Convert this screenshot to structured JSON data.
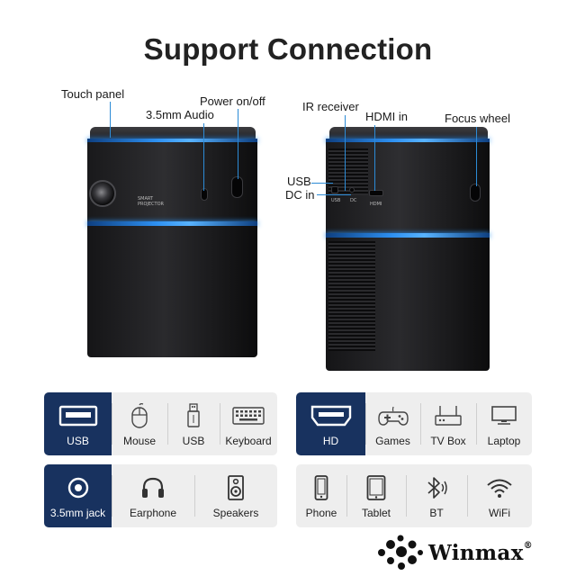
{
  "title": "Support Connection",
  "callouts": {
    "touch_panel": "Touch panel",
    "audio": "3.5mm Audio",
    "power": "Power on/off",
    "ir_receiver": "IR receiver",
    "hdmi_in": "HDMI in",
    "focus_wheel": "Focus wheel",
    "usb": "USB",
    "dc_in": "DC in"
  },
  "device_print": {
    "front_line1": "SMART",
    "front_line2": "PROJECTOR",
    "port_usb": "USB",
    "port_dc": "DC",
    "port_hdmi": "HDMI"
  },
  "panels": {
    "usb_group": [
      {
        "label": "USB",
        "icon": "usb-port-icon",
        "highlight": true
      },
      {
        "label": "Mouse",
        "icon": "mouse-icon",
        "highlight": false
      },
      {
        "label": "USB",
        "icon": "usb-stick-icon",
        "highlight": false
      },
      {
        "label": "Keyboard",
        "icon": "keyboard-icon",
        "highlight": false
      }
    ],
    "hd_group": [
      {
        "label": "HD",
        "icon": "hdmi-port-icon",
        "highlight": true
      },
      {
        "label": "Games",
        "icon": "gamepad-icon",
        "highlight": false
      },
      {
        "label": "TV Box",
        "icon": "tv-box-icon",
        "highlight": false
      },
      {
        "label": "Laptop",
        "icon": "laptop-icon",
        "highlight": false
      }
    ],
    "audio_group": [
      {
        "label": "3.5mm jack",
        "icon": "audio-jack-icon",
        "highlight": true
      },
      {
        "label": "Earphone",
        "icon": "headphone-icon",
        "highlight": false
      },
      {
        "label": "Speakers",
        "icon": "speaker-icon",
        "highlight": false
      }
    ],
    "wireless_group": [
      {
        "label": "Phone",
        "icon": "phone-icon",
        "highlight": false
      },
      {
        "label": "Tablet",
        "icon": "tablet-icon",
        "highlight": false
      },
      {
        "label": "BT",
        "icon": "bluetooth-icon",
        "highlight": false
      },
      {
        "label": "WiFi",
        "icon": "wifi-icon",
        "highlight": false
      }
    ]
  },
  "brand": {
    "name": "Winmax",
    "mark": "®"
  },
  "colors": {
    "highlight_cell": "#18325f",
    "panel_bg": "#eeeeee",
    "accent_glow": "#2d8ff0"
  }
}
